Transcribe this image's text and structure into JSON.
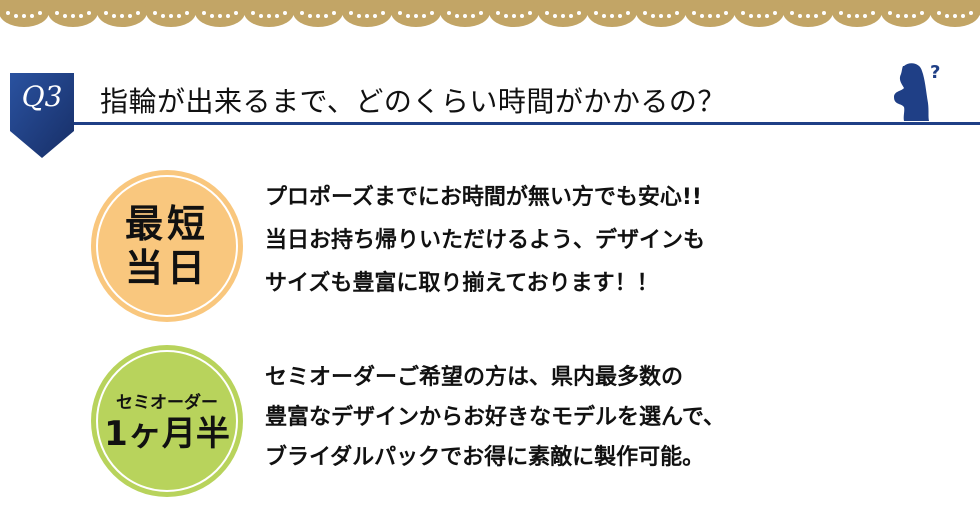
{
  "colors": {
    "lace": "#c2a566",
    "navy": "#1f3f86",
    "orange": "#f9c77e",
    "green": "#b8d35c"
  },
  "header": {
    "badge": "Q3",
    "title": "指輪が出来るまで、どのくらい時間がかかるの？",
    "icon": "thinker-question-icon"
  },
  "items": [
    {
      "badge_lines": [
        "最短",
        "当日"
      ],
      "text_lines": [
        "プロポーズまでにお時間が無い方でも安心!!",
        "当日お持ち帰りいただけるよう、デザインも",
        "サイズも豊富に取り揃えております！！"
      ]
    },
    {
      "badge_lines": [
        "セミオーダー",
        "1ヶ月半"
      ],
      "text_lines": [
        "セミオーダーご希望の方は、県内最多数の",
        "豊富なデザインからお好きなモデルを選んで、",
        "ブライダルパックでお得に素敵に製作可能。"
      ]
    }
  ]
}
